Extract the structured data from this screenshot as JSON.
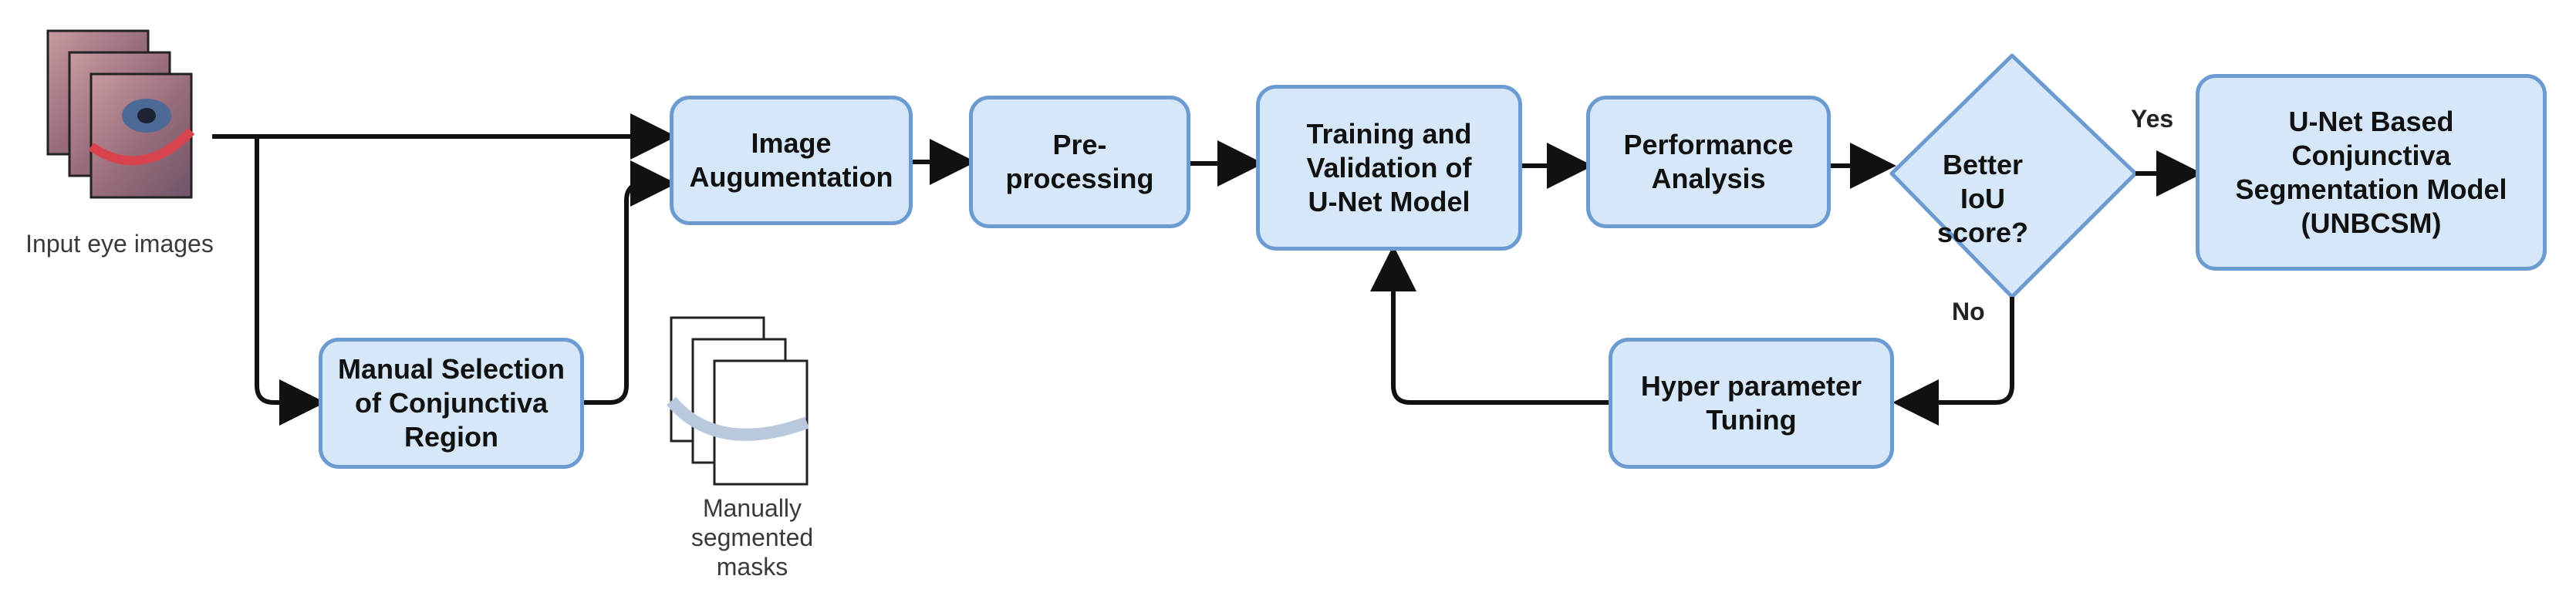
{
  "nodes": {
    "input_images_label": "Input eye images",
    "image_augmentation": "Image\nAugumentation",
    "preprocessing": "Pre-\nprocessing",
    "training_validation": "Training and\nValidation of\nU-Net Model",
    "performance_analysis": "Performance\nAnalysis",
    "decision": "Better\nIoU\nscore?",
    "final_model": "U-Net Based\nConjunctiva\nSegmentation Model\n(UNBCSM)",
    "manual_selection": "Manual Selection\nof Conjunctiva\nRegion",
    "hyper_parameter": "Hyper parameter\nTuning",
    "masks_label": "Manually\nsegmented\nmasks"
  },
  "edge_labels": {
    "yes": "Yes",
    "no": "No"
  },
  "colors": {
    "node_fill": "#d6e7f9",
    "node_border": "#6b9bd1",
    "arrow": "#111111"
  }
}
